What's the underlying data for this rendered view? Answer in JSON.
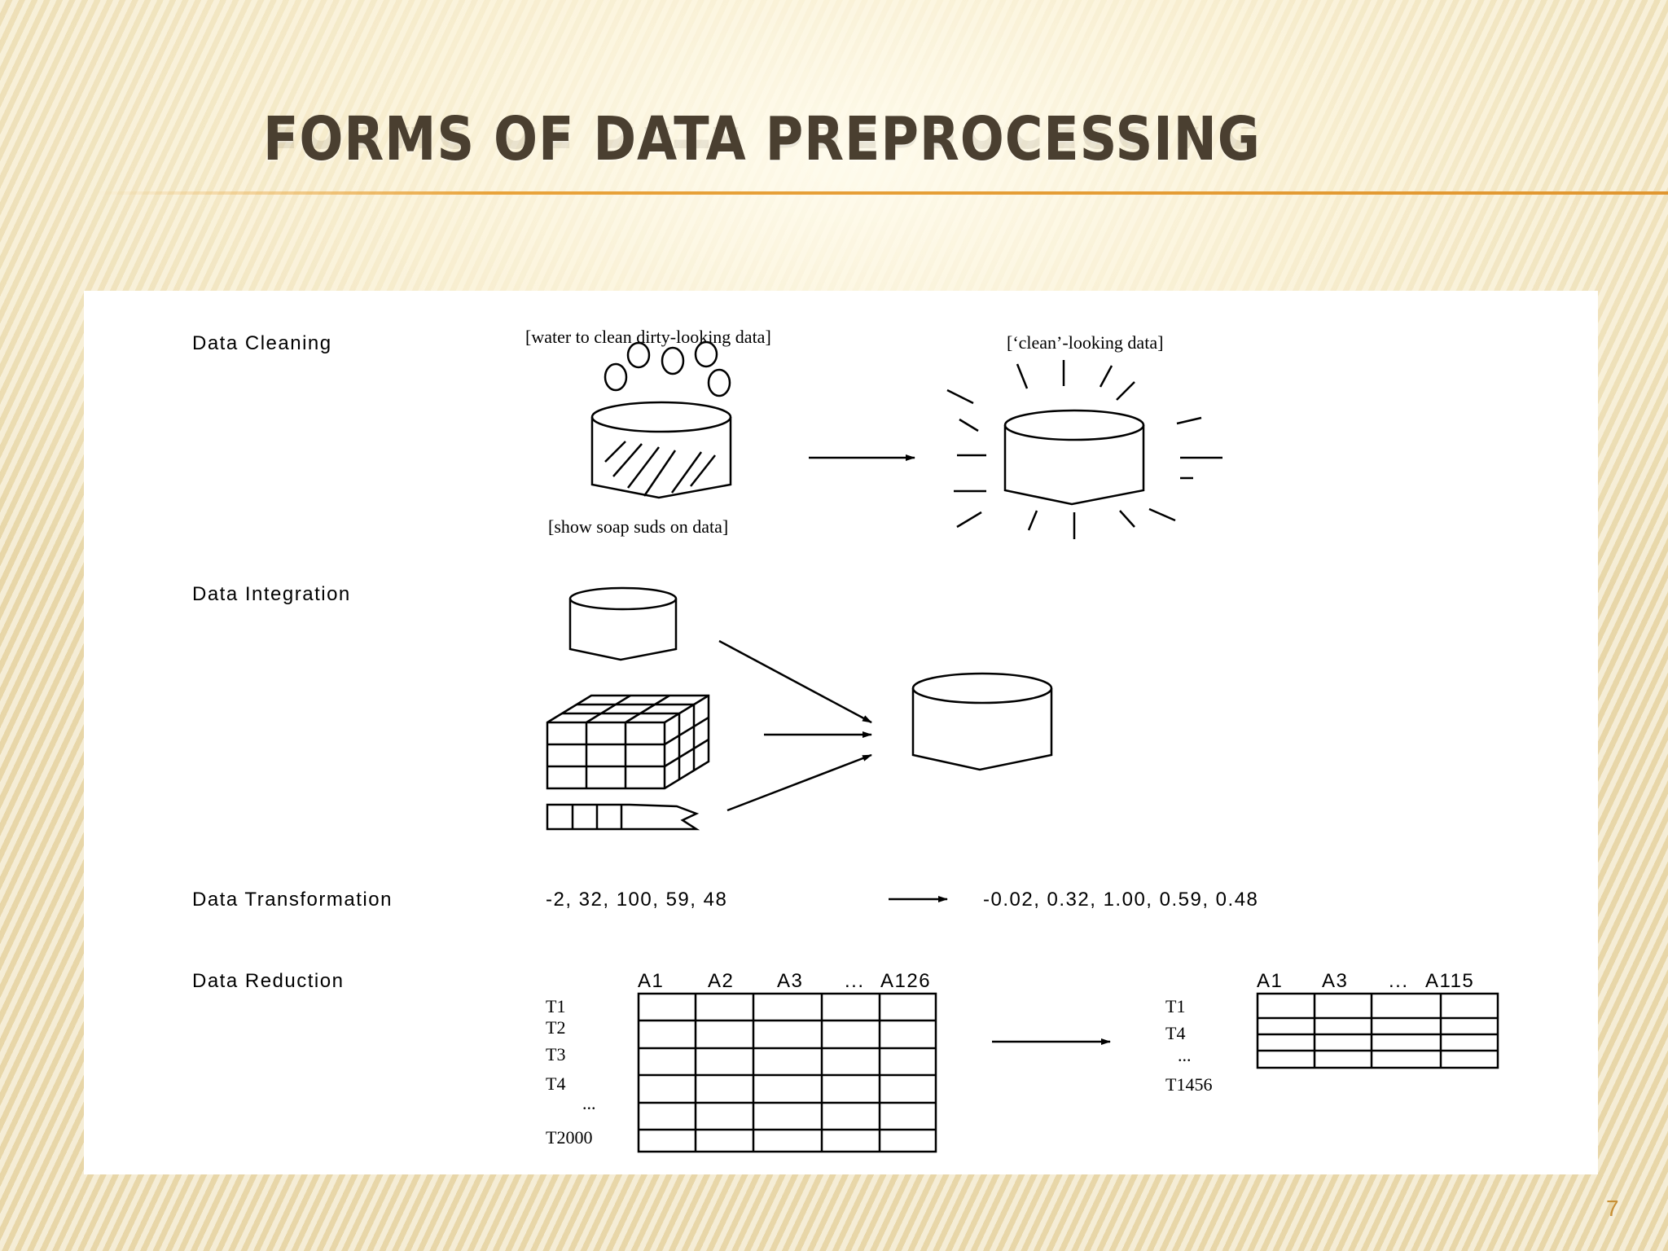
{
  "slide": {
    "title": "FORMS OF DATA PREPROCESSING",
    "page_number": "7"
  },
  "diagram": {
    "sections": {
      "cleaning": "Data Cleaning",
      "integration": "Data Integration",
      "transformation": "Data Transformation",
      "reduction": "Data Reduction"
    },
    "cleaning": {
      "caption_water": "[water to clean dirty-looking data]",
      "caption_clean": "[‘clean’-looking data]",
      "caption_soap": "[show soap suds on data]"
    },
    "transformation": {
      "input_values": "-2, 32, 100, 59, 48",
      "output_values": "-0.02, 0.32, 1.00, 0.59, 0.48"
    },
    "reduction": {
      "left_columns": [
        "A1",
        "A2",
        "A3",
        "...",
        "A126"
      ],
      "left_rows": [
        "T1",
        "T2",
        "T3",
        "T4",
        "...",
        "T2000"
      ],
      "right_columns": [
        "A1",
        "A3",
        "...",
        "A115"
      ],
      "right_rows": [
        "T1",
        "T4",
        "...",
        "T1456"
      ]
    }
  }
}
